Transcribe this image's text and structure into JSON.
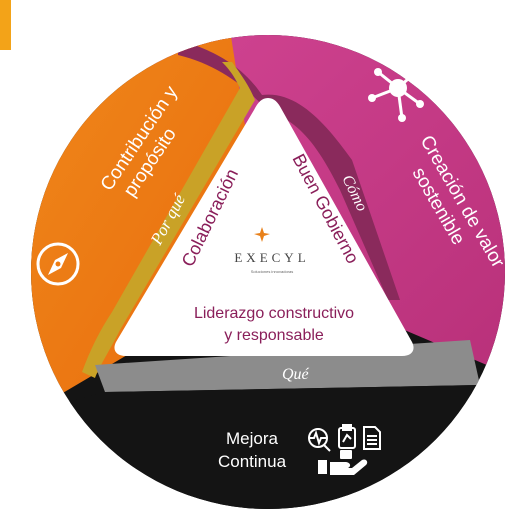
{
  "segments": {
    "orange": {
      "title_line1": "Contribución y",
      "title_line2": "propósito",
      "icon": "compass-icon",
      "color": "#ef7d12"
    },
    "magenta": {
      "title_line1": "Creación de valor",
      "title_line2": "sostenible",
      "icon": "network-icon",
      "color": "#c83a86"
    },
    "black": {
      "title_line1": "Mejora",
      "title_line2": "Continua",
      "icons": [
        "monitor-pulse-icon",
        "clipboard-icon",
        "document-icon",
        "hand-card-icon"
      ],
      "color": "#141414"
    }
  },
  "ribbons": {
    "por_que": "Por qué",
    "como": "Cómo",
    "que": "Qué",
    "gold": "#c9a227",
    "plum": "#8a2a5c",
    "grey": "#8c8c8c"
  },
  "triangle": {
    "left_label": "Colaboración",
    "right_label": "Buen Gobierno",
    "bottom_line1": "Liderazgo constructivo",
    "bottom_line2": "y responsable",
    "text_color": "#8a1f5a"
  },
  "logo": {
    "text": "EXECYL",
    "tagline": "Soluciones innovadoras"
  }
}
